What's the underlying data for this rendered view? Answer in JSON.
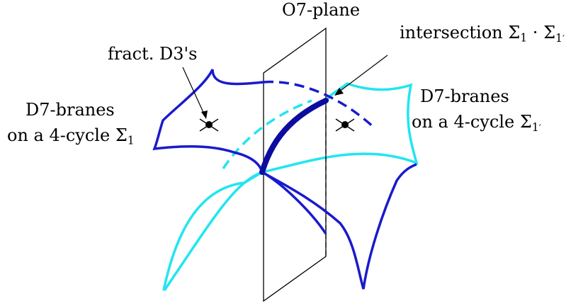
{
  "labels": {
    "o7_plane": "O7-plane",
    "fract_d3": "fract. D3's",
    "intersection": {
      "prefix": "intersection ",
      "sigma": "Σ",
      "sub1": "1",
      "dot": " · ",
      "sub2": "1",
      "prime": "′"
    },
    "left_branes": {
      "line1": "D7-branes",
      "line2_prefix": "on a 4-cycle ",
      "sigma": "Σ",
      "sub": "1"
    },
    "right_branes": {
      "line1": "D7-branes",
      "line2_prefix": "on a 4-cycle ",
      "sigma": "Σ",
      "sub": "1",
      "prime": "′"
    }
  },
  "colors": {
    "brane_sigma1": "#1a1acc",
    "brane_sigma1prime": "#22e5f0",
    "intersection_curve": "#0c0ca0",
    "plane": "#000000"
  }
}
